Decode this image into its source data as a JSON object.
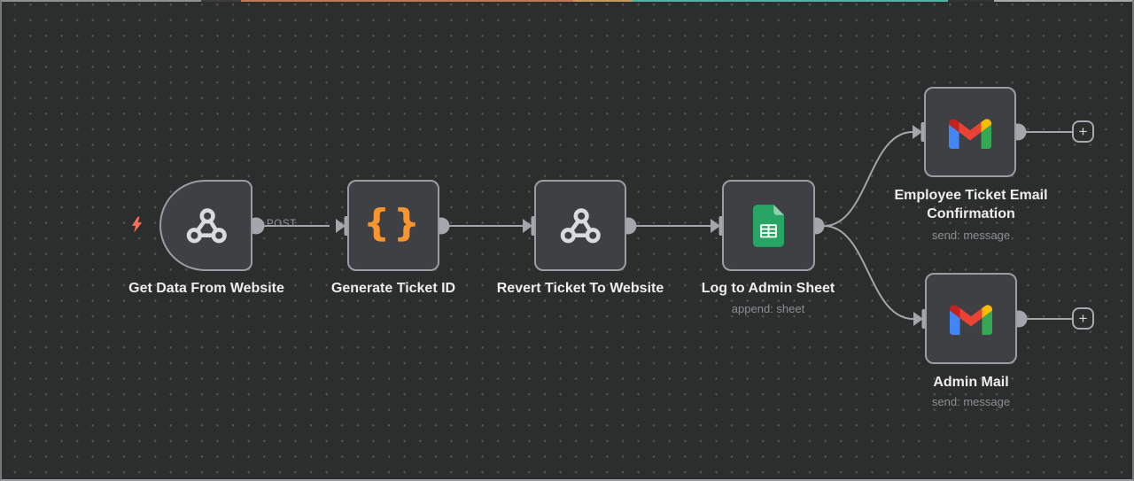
{
  "workflow": {
    "nodes": [
      {
        "label": "Get Data From Website",
        "type": "webhook-trigger",
        "icon": "webhook-icon",
        "output_label": "POST"
      },
      {
        "label": "Generate Ticket ID",
        "type": "code",
        "icon": "code-icon",
        "code_glyph": "{}"
      },
      {
        "label": "Revert Ticket To Website",
        "type": "webhook",
        "icon": "webhook-icon"
      },
      {
        "label": "Log to Admin Sheet",
        "sublabel": "append: sheet",
        "type": "google-sheets",
        "icon": "google-sheets-icon"
      },
      {
        "label": "Employee Ticket Email Confirmation",
        "sublabel": "send: message",
        "type": "gmail",
        "icon": "gmail-icon"
      },
      {
        "label": "Admin Mail",
        "sublabel": "send: message",
        "type": "gmail",
        "icon": "gmail-icon"
      }
    ],
    "add_node_button_label": "+"
  },
  "colors": {
    "canvas_background": "#2c2d2d",
    "grid_dot": "#525252",
    "node_fill": "#3f4043",
    "node_border": "#9a9da2",
    "connector_gray": "#a3a6aa",
    "title_text": "#ededef",
    "subtitle_text": "#8b8e93",
    "code_icon_orange": "#f9952f",
    "trigger_bolt_red": "#ff6d5a",
    "sheets_green": "#28a464",
    "sheets_fold_green": "#8fd0af",
    "gmail_blue": "#4285f4",
    "gmail_red": "#ea4335",
    "gmail_dark_red": "#c5221f",
    "gmail_green": "#34a853",
    "gmail_yellow": "#fbbc04"
  }
}
